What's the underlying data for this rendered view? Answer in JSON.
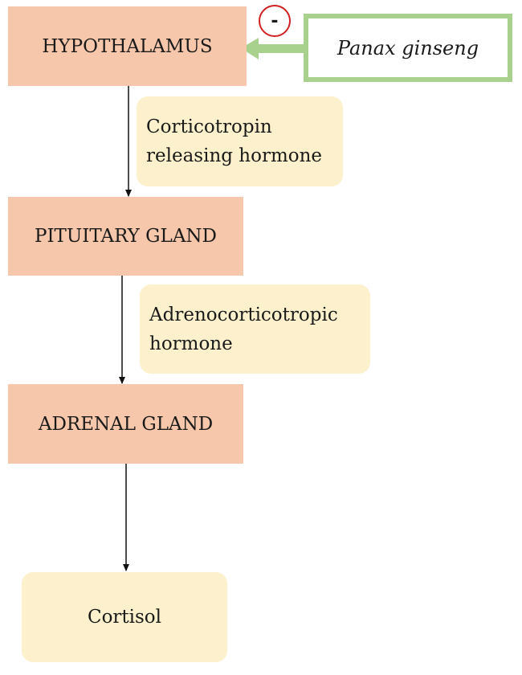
{
  "nodes": {
    "hypothalamus": "HYPOTHALAMUS",
    "pituitary": "PITUITARY GLAND",
    "adrenal": "ADRENAL GLAND",
    "cortisol": "Cortisol"
  },
  "hormones": {
    "crh_line1": "Corticotropin",
    "crh_line2": "releasing hormone",
    "acth_line1": "Adrenocorticotropic",
    "acth_line2": "hormone"
  },
  "inhibitor": {
    "label": "Panax ginseng",
    "effect_symbol": "-"
  },
  "colors": {
    "organ": "#f6c7aa",
    "hormone": "#fdf0cc",
    "inhibitor_border": "#a9d18e",
    "inhibit_circle": "#d32020"
  }
}
